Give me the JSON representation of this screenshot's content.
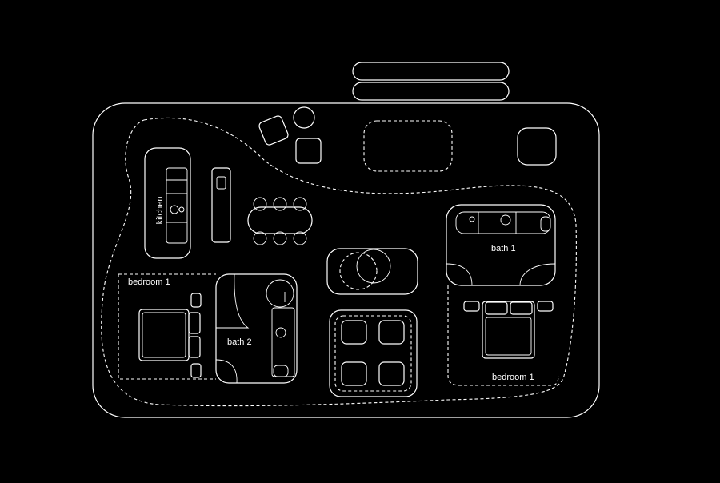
{
  "colors": {
    "background": "#000000",
    "line": "#ffffff"
  },
  "labels": {
    "kitchen": "kitchen",
    "bedroom_left": "bedroom 1",
    "bath_2": "bath 2",
    "bath_1": "bath 1",
    "bedroom_right": "bedroom 1"
  }
}
